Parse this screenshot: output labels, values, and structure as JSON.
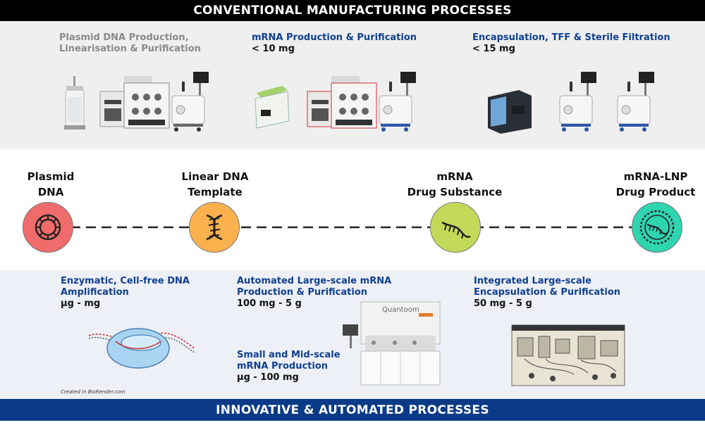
{
  "top_banner": "CONVENTIONAL MANUFACTURING PROCESSES",
  "bottom_banner": "INNOVATIVE & AUTOMATED PROCESSES",
  "conventional": {
    "plasmid": {
      "title_line1": "Plasmid DNA Production,",
      "title_line2": "Linearisation & Purification"
    },
    "mrna": {
      "title": "mRNA Production & Purification",
      "amount": "< 10 mg"
    },
    "encap": {
      "title": "Encapsulation, TFF & Sterile Filtration",
      "amount": "< 15 mg"
    }
  },
  "nodes": [
    {
      "label_line1": "Plasmid",
      "label_line2": "DNA",
      "color": "#f06b6b",
      "icon": "plasmid-ring-icon"
    },
    {
      "label_line1": "Linear DNA",
      "label_line2": "Template",
      "color": "#fbb04e",
      "icon": "dna-helix-icon"
    },
    {
      "label_line1": "mRNA",
      "label_line2": "Drug Substance",
      "color": "#c3d95a",
      "icon": "mrna-strand-icon"
    },
    {
      "label_line1": "mRNA-LNP",
      "label_line2": "Drug Product",
      "color": "#2fd4b0",
      "icon": "lnp-particle-icon"
    }
  ],
  "innovative": {
    "enzymatic": {
      "title_line1": "Enzymatic, Cell-free DNA",
      "title_line2": "Amplification",
      "amount": "µg - mg"
    },
    "automated": {
      "title_line1": "Automated Large-scale mRNA",
      "title_line2": "Production & Purification",
      "amount": "100 mg - 5 g"
    },
    "smallmid": {
      "title_line1": "Small and Mid-scale",
      "title_line2": "mRNA Production",
      "amount": "µg - 100 mg"
    },
    "integrated": {
      "title_line1": "Integrated Large-scale",
      "title_line2": "Encapsulation & Purification",
      "amount": "50 mg - 5 g"
    }
  },
  "quantoom_logo": "Quantoom",
  "credit": "Created in BioRender.com",
  "colors": {
    "banner_top": "#000000",
    "banner_bottom": "#0b3b87",
    "heading_blue": "#0f3f8f",
    "heading_grey": "#8a8a8a"
  }
}
